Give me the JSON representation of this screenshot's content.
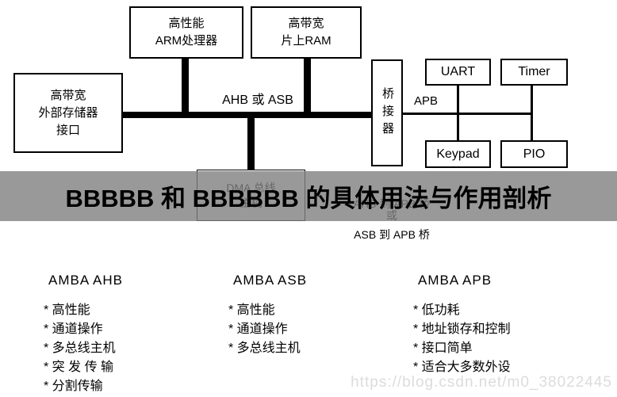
{
  "banner": {
    "title": "BBBBB 和 BBBBBB 的具体用法与作用剖析",
    "bg_color": "#7f7f7f",
    "text_color": "#000000"
  },
  "diagram": {
    "arm_box": {
      "line1": "高性能",
      "line2": "ARM处理器"
    },
    "ram_box": {
      "line1": "高带宽",
      "line2": "片上RAM"
    },
    "ext_mem_box": {
      "line1": "高带宽",
      "line2": "外部存储器",
      "line3": "接口"
    },
    "bridge_box": {
      "label": "桥接器"
    },
    "uart_box": {
      "label": "UART"
    },
    "timer_box": {
      "label": "Timer"
    },
    "keypad_box": {
      "label": "Keypad"
    },
    "pio_box": {
      "label": "PIO"
    },
    "dma_box": {
      "line1": "DMA 总线",
      "line2": "主机"
    },
    "ahb_bus_label": "AHB 或 ASB",
    "apb_bus_label": "APB",
    "bridge_caption": {
      "line1": "AHB 到 APB 桥",
      "line2": "或",
      "line3": "ASB 到 APB 桥"
    }
  },
  "columns": [
    {
      "title": "AMBA AHB",
      "items": [
        "* 高性能",
        "* 通道操作",
        "* 多总线主机",
        "* 突 发 传 输",
        "* 分割传输"
      ]
    },
    {
      "title": "AMBA ASB",
      "items": [
        "* 高性能",
        "* 通道操作",
        "* 多总线主机"
      ]
    },
    {
      "title": "AMBA APB",
      "items": [
        "* 低功耗",
        "* 地址锁存和控制",
        "* 接口简单",
        "* 适合大多数外设"
      ]
    }
  ],
  "watermark": "https://blog.csdn.net/m0_38022445"
}
